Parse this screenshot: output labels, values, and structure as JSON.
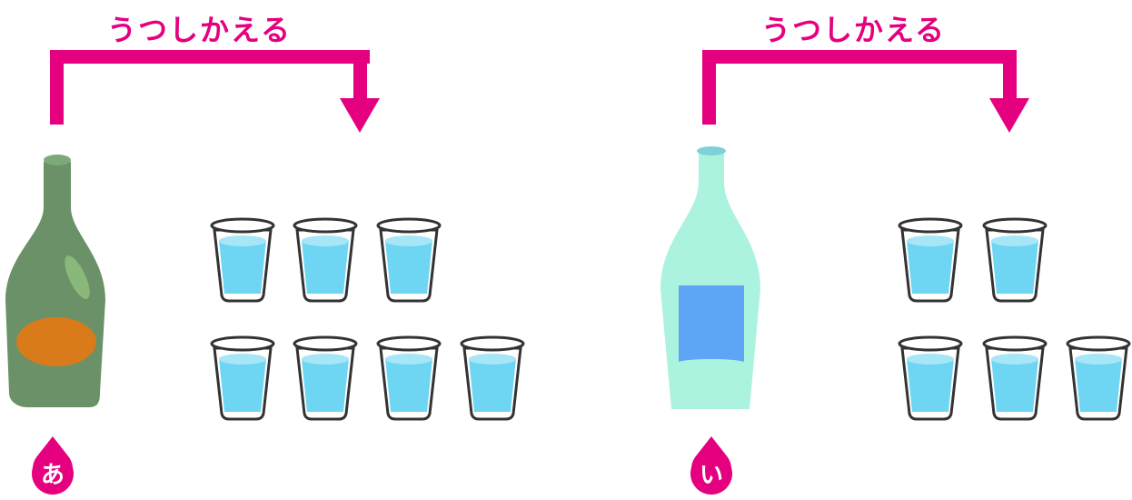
{
  "panels": [
    {
      "id": "a",
      "caption": "うつしかえる",
      "label": "あ",
      "bottle_colors": {
        "body": "#6a9167",
        "label": "#d97b1a",
        "highlight": "#8ab87b"
      },
      "glasses_top_row": 3,
      "glasses_bottom_row": 4
    },
    {
      "id": "i",
      "caption": "うつしかえる",
      "label": "い",
      "bottle_colors": {
        "body": "#abf3df",
        "label": "#5ea6f5",
        "cap": "#7fd0d8"
      },
      "glasses_top_row": 2,
      "glasses_bottom_row": 3
    }
  ],
  "colors": {
    "arrow": "#e5007f",
    "water": "#6ed5f3",
    "water_top": "#a6e6f7",
    "glass_outline": "#333333"
  }
}
